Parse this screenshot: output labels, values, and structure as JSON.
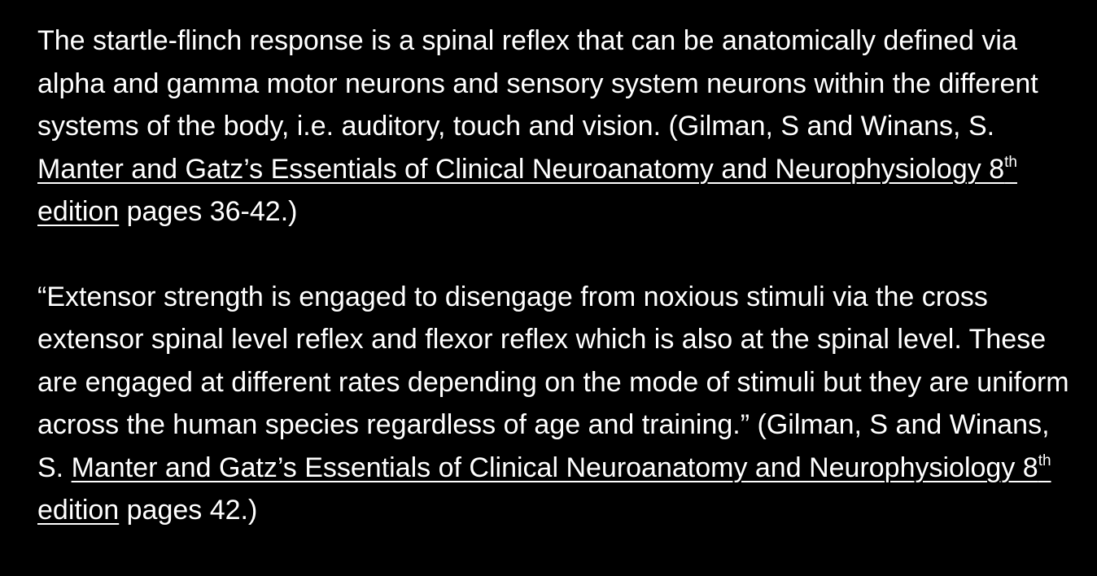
{
  "paragraphs": [
    {
      "before": "The startle-flinch response is a spinal reflex that can be anatomically defined via alpha and gamma motor neurons and sensory system neurons within the different systems of the body, i.e. auditory, touch and vision. (Gilman, S and Winans, S. ",
      "cite_title": "Manter and Gatz’s Essentials of Clinical Neuroanatomy and Neurophysiology 8",
      "cite_sup": "th",
      "cite_tail": " edition",
      "after": " pages 36-42.)"
    },
    {
      "before": "“Extensor strength is engaged to disengage from noxious stimuli via the cross extensor spinal level reflex and flexor reflex which is also at the spinal level. These are engaged at different rates depending on the mode of stimuli but they are uniform across the human species regardless of age and training.” (Gilman, S and Winans, S. ",
      "cite_title": "Manter and Gatz’s Essentials of Clinical Neuroanatomy and Neurophysiology 8",
      "cite_sup": "th",
      "cite_tail": " edition",
      "after": " pages 42.)"
    }
  ],
  "colors": {
    "background": "#000000",
    "text": "#ffffff"
  }
}
